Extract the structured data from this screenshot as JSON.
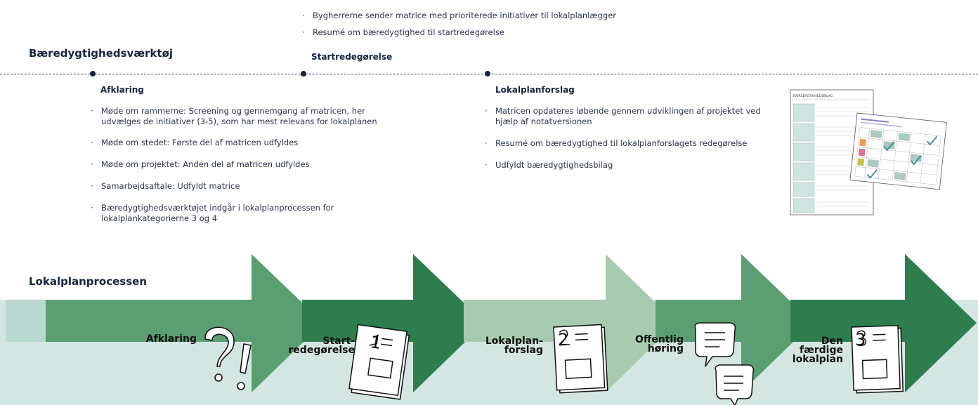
{
  "top_notes": {
    "items": [
      "Bygherrerne sender matrice med prioriterede initiativer til lokalplanlægger",
      "Resumé om bæredygtighed til startredegørelse"
    ],
    "heading": "Startredegørelse"
  },
  "tool_heading": "Bæredygtighedsværktøj",
  "afklaring_box": {
    "title": "Afklaring",
    "items": [
      "Møde om rammerne: Screening og gennemgang af matricen, her udvælges de initiativer (3-5), som har mest relevans for lokalplanen",
      "Møde om stedet: Første del af matricen udfyldes",
      "Møde om projektet: Anden del af matricen udfyldes",
      "Samarbejdsaftale: Udfyldt matrice",
      "Bæredygtighedsværktøjet indgår i lokalplanprocessen for lokalplankategorierne 3 og 4"
    ]
  },
  "forslag_box": {
    "title": "Lokalplanforslag",
    "items": [
      "Matricen opdateres løbende gennem udviklingen af projektet ved hjælp af notatversionen",
      "Resumé om bæredygtighed til lokalplanforslagets redegørelse",
      "Udfyldt bæredygtighedsbilag"
    ]
  },
  "document_thumbnail": {
    "sheet_title": "BÆREDYGTIGHEDSBILAG"
  },
  "process": {
    "heading": "Lokalplanprocessen",
    "steps": [
      {
        "label_lines": [
          "Afklaring"
        ],
        "icon": "question-exclamation-icon"
      },
      {
        "label_lines": [
          "Start-",
          "redegørelse"
        ],
        "icon": "document-1-icon"
      },
      {
        "label_lines": [
          "Lokalplan-",
          "forslag"
        ],
        "icon": "document-2-icon"
      },
      {
        "label_lines": [
          "Offentlig",
          "høring"
        ],
        "icon": "speech-bubbles-icon"
      },
      {
        "label_lines": [
          "Den",
          "færdige",
          "lokalplan"
        ],
        "icon": "document-3-icon"
      }
    ],
    "doc_numbers": [
      "1",
      "2",
      "3"
    ]
  },
  "colors": {
    "arrow_dark": "#2e7d4f",
    "arrow_mid": "#5a9e72",
    "arrow_light": "#a8cbb0",
    "band_light": "#d4e6e1",
    "band_mid": "#b9d8cf",
    "navy": "#15243d"
  }
}
